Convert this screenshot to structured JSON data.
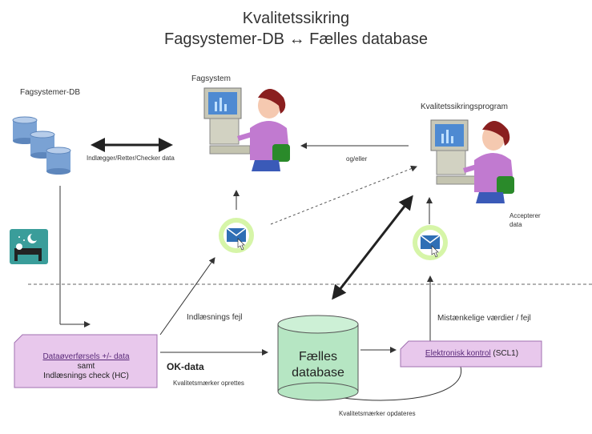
{
  "title": {
    "line1": "Kvalitetssikring",
    "line2": "Fagsystemer-DB ↔ Fælles database"
  },
  "nodes": {
    "fagsystemer_db": "Fagsystemer-DB",
    "fagsystem": "Fagsystem",
    "kvalitetssikringsprogram": "Kvalitetssikringsprogram",
    "faelles_database": {
      "line1": "Fælles",
      "line2": "database"
    },
    "dataoverforsel": {
      "line1": "Dataøverførsels +/- data",
      "line2": "samt",
      "line3": "Indlæsnings check (HC)"
    },
    "elektronisk_kontrol": {
      "text": "Elektronisk kontrol",
      "suffix": " (SCL1)"
    }
  },
  "edges": {
    "indlaegger": "Indlægger/Retter/Checker data",
    "og_eller": "og/eller",
    "accepterer": {
      "line1": "Accepterer",
      "line2": "data"
    },
    "indlaesnings_fejl": "Indlæsnings fejl",
    "mistaenkelige": "Mistænkelige værdier / fejl",
    "ok_data": "OK-data",
    "kvalitetsmaerker_oprettes": "Kvalitetsmærker oprettes",
    "kvalitetsmaerker_opdateres": "Kvalitetsmærker opdateres"
  },
  "icons": [
    "database-stack-icon",
    "computer-user-icon",
    "email-envelope-icon",
    "night-batch-icon"
  ],
  "colors": {
    "database_blue": "#7aa2d4",
    "cylinder_green": "#b6e6c3",
    "box_pink": "#e8c8ec",
    "person_purple": "#c17ad0"
  }
}
